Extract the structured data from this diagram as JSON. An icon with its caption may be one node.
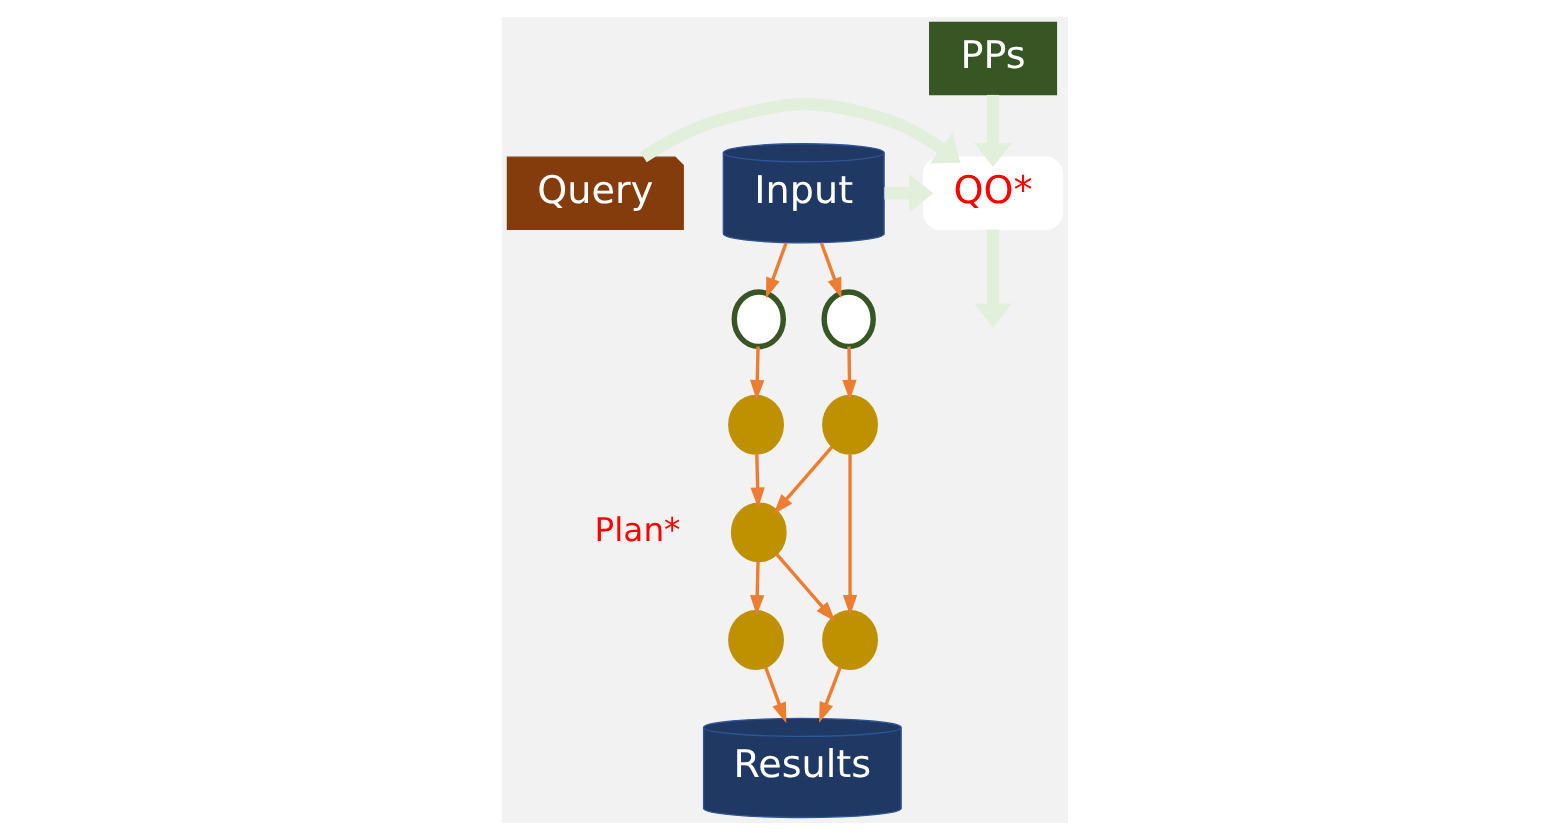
{
  "diagram": {
    "nodes": [
      {
        "text": [
          "Query"
        ]
      },
      {
        "text": [
          "QO*"
        ]
      },
      {
        "text": [
          "Input"
        ]
      },
      {
        "text": [
          "PPs"
        ]
      },
      {
        "text": [],
        "shape": "circle"
      },
      {
        "text": [],
        "shape": "circle"
      },
      {
        "text": [],
        "shape": "circle"
      },
      {
        "text": [],
        "shape": "circle"
      },
      {
        "text": [],
        "shape": "circle"
      },
      {
        "text": [],
        "shape": "circle"
      },
      {
        "text": [],
        "shape": "circle"
      },
      {
        "text": [
          "Results"
        ]
      }
    ],
    "edges": [
      {
        "from": 0,
        "to": 1,
        "arrow": "to",
        "style": "thick",
        "color": "#e2efda"
      },
      {
        "from": 2,
        "to": 1,
        "arrow": "to",
        "style": "thick",
        "color": "#e2efda"
      },
      {
        "from": 3,
        "to": 1,
        "arrow": "to",
        "style": "thick",
        "color": "#e2efda"
      },
      {
        "from": 1,
        "to": null,
        "arrow": "to",
        "style": "thick",
        "color": "#e2efda"
      },
      {
        "from": 2,
        "to": 4,
        "arrow": "to"
      },
      {
        "from": 2,
        "to": 5,
        "arrow": "to"
      },
      {
        "from": 4,
        "to": 6,
        "arrow": "to"
      },
      {
        "from": 5,
        "to": 7,
        "arrow": "to"
      },
      {
        "from": 6,
        "to": 8,
        "arrow": "to"
      },
      {
        "from": 7,
        "to": 8,
        "arrow": "to"
      },
      {
        "from": 7,
        "to": 10,
        "arrow": "to"
      },
      {
        "from": 8,
        "to": 9,
        "arrow": "to"
      },
      {
        "from": 8,
        "to": 10,
        "arrow": "to"
      },
      {
        "from": 9,
        "to": 11,
        "arrow": "to"
      },
      {
        "from": 10,
        "to": 11,
        "arrow": "to"
      }
    ],
    "labels": [
      "Plan*"
    ]
  }
}
